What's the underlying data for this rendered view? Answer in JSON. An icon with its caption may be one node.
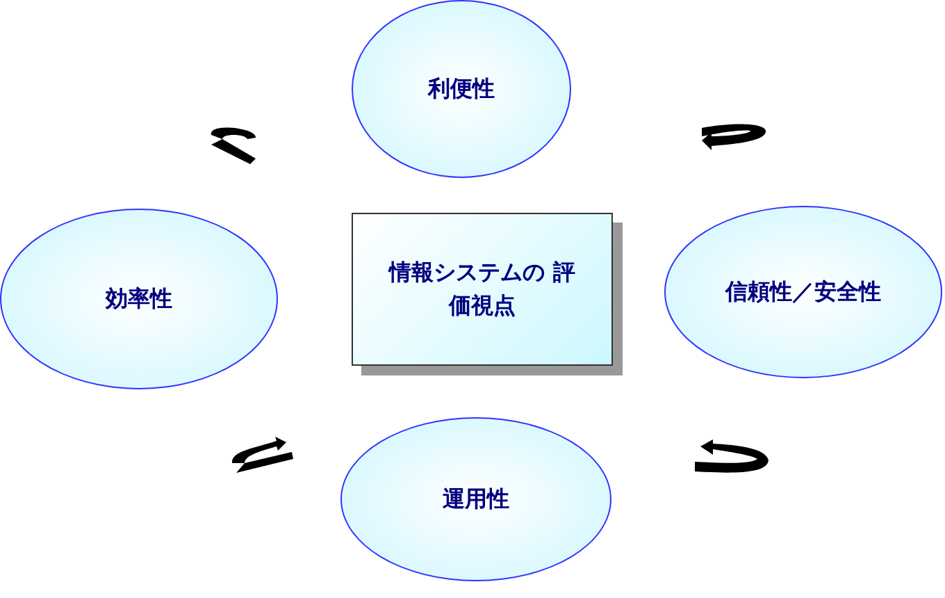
{
  "diagram": {
    "nodes": [
      {
        "text": [
          "利便性"
        ]
      },
      {
        "text": [
          "効率性"
        ]
      },
      {
        "text": [
          "情報システムの 評価視点"
        ]
      },
      {
        "text": [
          "信頼性／安全性"
        ]
      },
      {
        "text": [
          "運用性"
        ]
      }
    ]
  }
}
